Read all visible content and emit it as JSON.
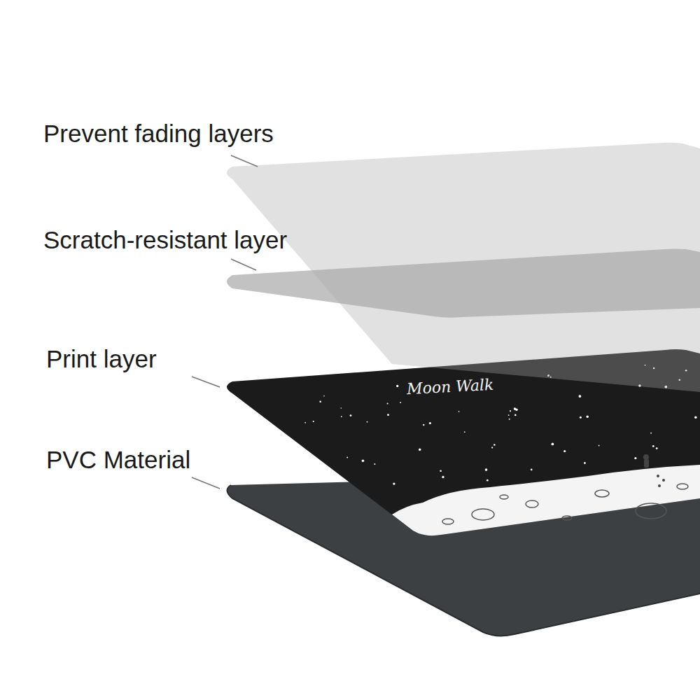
{
  "diagram": {
    "labels": [
      "Prevent fading layers",
      "Scratch-resistant layer",
      "Print layer",
      "PVC Material",
      "Moon Walk"
    ]
  }
}
